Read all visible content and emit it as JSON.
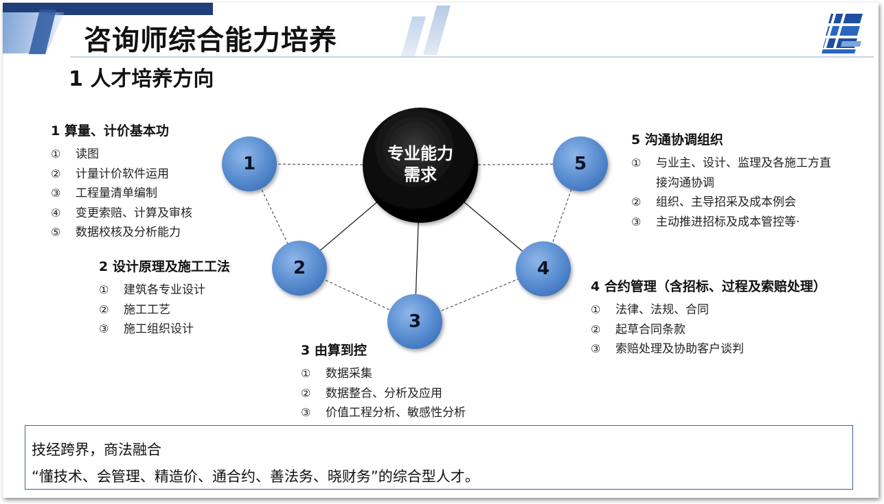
{
  "header": {
    "title": "咨询师综合能力培养",
    "subtitle": "1 人才培养方向"
  },
  "diagram": {
    "center": {
      "line1": "专业能力",
      "line2": "需求"
    },
    "nodes": [
      "1",
      "2",
      "3",
      "4",
      "5"
    ]
  },
  "groups": [
    {
      "id": "g1",
      "title": "1 算量、计价基本功",
      "items": [
        {
          "marker": "①",
          "text": "读图"
        },
        {
          "marker": "②",
          "text": "计量计价软件运用"
        },
        {
          "marker": "③",
          "text": "工程量清单编制"
        },
        {
          "marker": "④",
          "text": "变更索赔、计算及审核"
        },
        {
          "marker": "⑤",
          "text": "数据校核及分析能力"
        }
      ]
    },
    {
      "id": "g2",
      "title": "2 设计原理及施工工法",
      "items": [
        {
          "marker": "①",
          "text": "建筑各专业设计"
        },
        {
          "marker": "②",
          "text": "施工工艺"
        },
        {
          "marker": "③",
          "text": "施工组织设计"
        }
      ]
    },
    {
      "id": "g3",
      "title": "3 由算到控",
      "items": [
        {
          "marker": "①",
          "text": "数据采集"
        },
        {
          "marker": "②",
          "text": "数据整合、分析及应用"
        },
        {
          "marker": "③",
          "text": "价值工程分析、敏感性分析"
        }
      ]
    },
    {
      "id": "g4",
      "title": "4 合约管理（含招标、过程及索赔处理）",
      "items": [
        {
          "marker": "①",
          "text": "法律、法规、合同"
        },
        {
          "marker": "②",
          "text": "起草合同条款"
        },
        {
          "marker": "③",
          "text": "索赔处理及协助客户谈判"
        }
      ]
    },
    {
      "id": "g5",
      "title": "5 沟通协调组织",
      "items": [
        {
          "marker": "①",
          "text": "与业主、设计、监理及各施工方直接沟通协调"
        },
        {
          "marker": "②",
          "text": "组织、主导招采及成本例会"
        },
        {
          "marker": "③",
          "text": "主动推进招标及成本管控等·"
        }
      ]
    }
  ],
  "summary": {
    "line1": "技经跨界，商法融合",
    "line2": "“懂技术、会管理、精造价、通合约、善法务、晓财务”的综合型人才。"
  },
  "colors": {
    "header_band": "#1f3f7a",
    "node_fill": "#5b8fd1",
    "center_fill": "#000000",
    "summary_border": "#3d5e9e"
  },
  "icons": {
    "logo": "company-logo"
  }
}
